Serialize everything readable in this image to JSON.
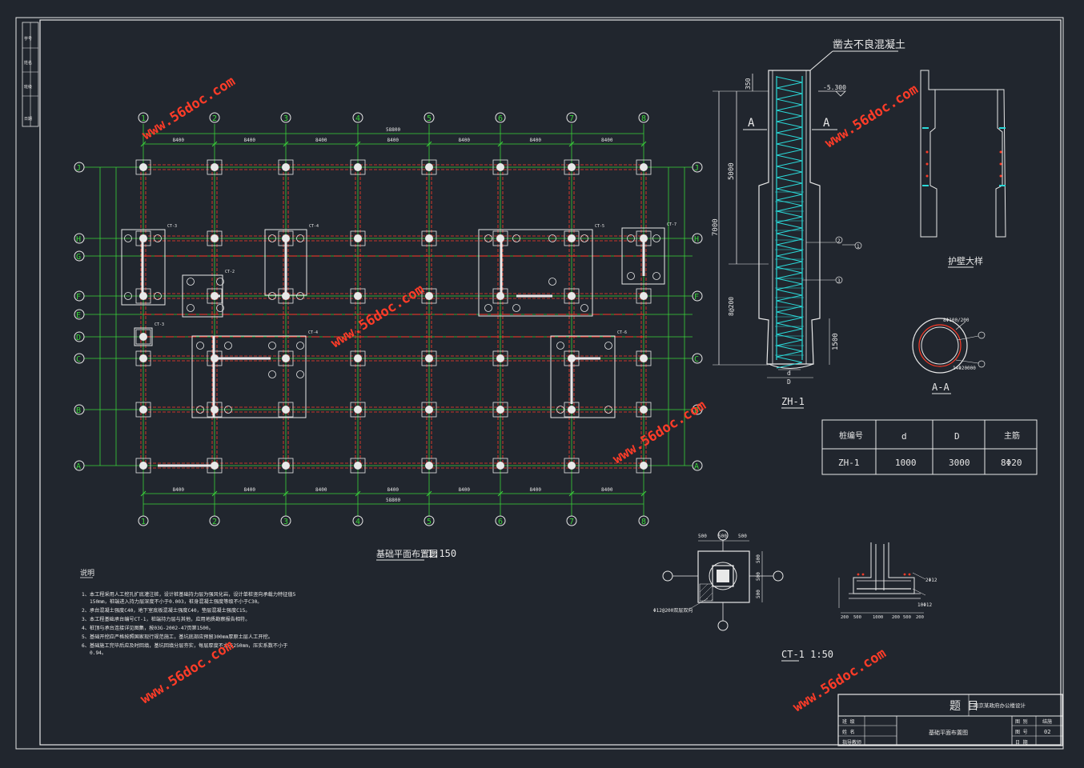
{
  "plan": {
    "title": "基础平面布置图",
    "scale": "1:150",
    "col_labels": [
      "1",
      "2",
      "3",
      "4",
      "5",
      "6",
      "7",
      "8"
    ],
    "row_labels": [
      "J",
      "H",
      "G",
      "F",
      "E",
      "D",
      "C",
      "B",
      "A"
    ],
    "bay_dims": [
      "8400",
      "8400",
      "8400",
      "8400",
      "8400",
      "8400",
      "8400"
    ],
    "total_top": "58800",
    "total_bottom": "58800",
    "cap_labels": [
      "CT-3",
      "CT-2",
      "CT-4",
      "CT-4",
      "CT-5",
      "CT-6",
      "CT-7",
      "CT-3"
    ]
  },
  "pile": {
    "top_note": "凿去不良混凝土",
    "elev": "-5.300",
    "dim_350": "350",
    "dim_5000": "5000",
    "dim_7000": "7000",
    "dim_8200": "8@200",
    "dim_1500": "1500",
    "label_d": "d",
    "label_D": "D",
    "section_mark": "A",
    "name": "ZH-1",
    "callouts": [
      "1",
      "2",
      "3"
    ]
  },
  "guard_wall": {
    "title": "护壁大样"
  },
  "section_aa": {
    "title": "A-A",
    "notes": [
      "8Φ100/200",
      "14Φ20000"
    ]
  },
  "pile_table": {
    "headers": [
      "桩编号",
      "d",
      "D",
      "主筋"
    ],
    "rows": [
      [
        "ZH-1",
        "1000",
        "3000",
        "8Φ20"
      ]
    ]
  },
  "ct1": {
    "title": "CT-1 1:50",
    "dims_top": [
      "500",
      "500",
      "500"
    ],
    "note": "Φ12@200双层双向",
    "side_notes": [
      "2Φ12",
      "10Φ12"
    ],
    "dims_bottom": [
      "200",
      "500",
      "1000",
      "200",
      "500",
      "200"
    ]
  },
  "notes": {
    "heading": "说明",
    "items": [
      "1、本工程采用人工挖孔扩底灌注桩，设计桩基础持力层为强风化岩，设计单桩竖向承载力特征值5150mm，桩端进入持力层深度不小于0.003，桩身混凝土强度等级不小于C30。",
      "2、承台混凝土强度C40，地下室底板混凝土强度C40，垫层混凝土强度C15。",
      "3、本工程基础承台编号CT-1，桩端持力层与其他，应用地质勘察报告相符。",
      "4、桩顶与承台连接详见图集，按03G-2002-47页第1500。",
      "5、基础开挖应严格按照国家现行规范施工，基坑底部应预留300mm厚原土层人工开挖。",
      "6、基础施工完毕后应及时回填，基坑回填分层夯实，每层厚度不大于250mm，压实系数不小于0.94。"
    ]
  },
  "title_block": {
    "title_label": "题 目",
    "project": "南京某政府办公楼设计",
    "drawing_name": "基础平面布置图",
    "rows": [
      "班 级",
      "姓 名",
      "指导教师"
    ],
    "right_labels": [
      "图 别",
      "图 号",
      "日 期"
    ],
    "right_values": [
      "结施",
      "02",
      ""
    ]
  },
  "side_strip": [
    "学号",
    "姓名",
    "班级",
    "日期"
  ],
  "watermark": "www.56doc.com"
}
